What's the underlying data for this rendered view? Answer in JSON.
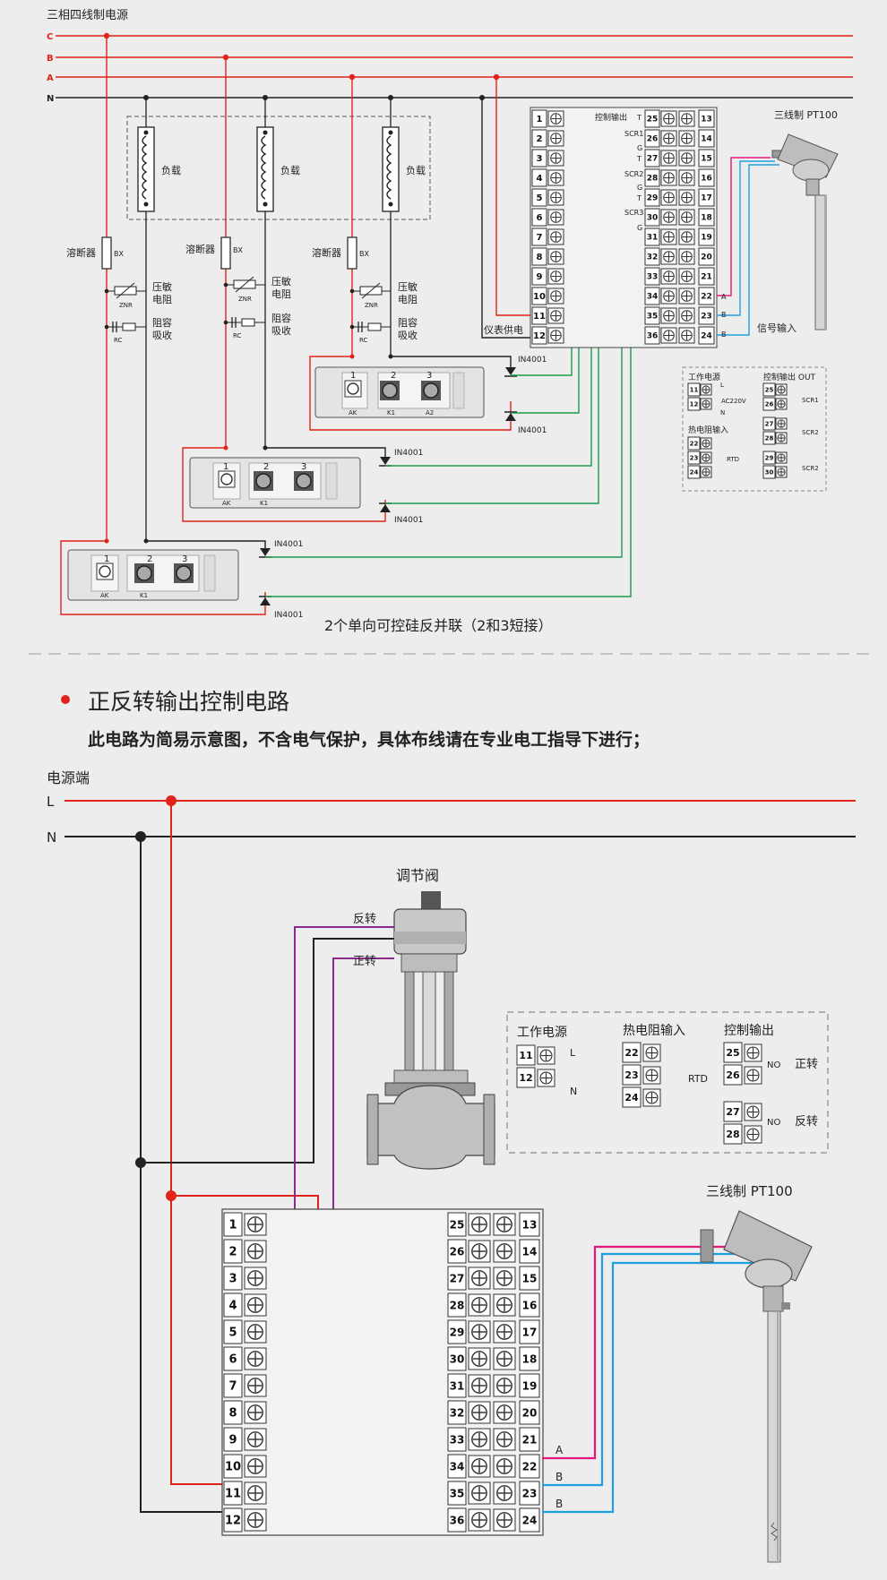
{
  "colors": {
    "red": "#e2231a",
    "green": "#1a9b4b",
    "black": "#222222",
    "pink": "#e4177c",
    "blue": "#1ea0e0",
    "purple": "#8a2a8f",
    "background": "#ededed"
  },
  "top": {
    "title": "三相四线制电源",
    "phases": [
      "C",
      "B",
      "A",
      "N"
    ],
    "load": "负载",
    "fuse": "溶断器",
    "bx": "BX",
    "znr": "ZNR",
    "varistor_1": "压敏",
    "varistor_2": "电阻",
    "rc": "RC",
    "rc_1": "阻容",
    "rc_2": "吸收",
    "diode": "IN4001",
    "module_nums": [
      "1",
      "2",
      "3"
    ],
    "module_ak": "AK",
    "module_k1": "K1",
    "module_a2": "A2",
    "ctrl_out": "控制输出",
    "inst_power": "仪表供电",
    "signal_in": "信号输入",
    "scr1": "SCR1",
    "scr2": "SCR2",
    "scr3": "SCR3",
    "t": "T",
    "g": "G",
    "a": "A",
    "b": "B",
    "pt100": "三线制 PT100",
    "caption": "2个单向可控硅反并联（2和3短接）",
    "legend": {
      "work_power": "工作电源",
      "ctrl_out": "控制输出 OUT",
      "rtd_in": "热电阻输入",
      "ac": "AC220V",
      "rtd": "RTD",
      "l": "L",
      "n": "N",
      "scr1": "SCR1",
      "scr2": "SCR2"
    }
  },
  "bottom": {
    "title": "正反转输出控制电路",
    "subtitle": "此电路为简易示意图，不含电气保护，具体布线请在专业电工指导下进行；",
    "power_end": "电源端",
    "l": "L",
    "n": "N",
    "valve": "调节阀",
    "reverse": "反转",
    "forward": "正转",
    "pt100": "三线制  PT100",
    "a": "A",
    "b": "B",
    "legend": {
      "work_power": "工作电源",
      "rtd_in": "热电阻输入",
      "ctrl_out": "控制输出",
      "l": "L",
      "n": "N",
      "rtd": "RTD",
      "no": "NO",
      "forward": "正转",
      "reverse": "反转"
    }
  },
  "terminals": {
    "left": [
      "1",
      "2",
      "3",
      "4",
      "5",
      "6",
      "7",
      "8",
      "9",
      "10",
      "11",
      "12"
    ],
    "mid": [
      "25",
      "26",
      "27",
      "28",
      "29",
      "30",
      "31",
      "32",
      "33",
      "34",
      "35",
      "36"
    ],
    "right": [
      "13",
      "14",
      "15",
      "16",
      "17",
      "18",
      "19",
      "20",
      "21",
      "22",
      "23",
      "24"
    ],
    "legend_top_power": [
      "11",
      "12"
    ],
    "legend_top_ctrl": [
      "25",
      "26",
      "27",
      "28",
      "29",
      "30"
    ],
    "legend_top_rtd": [
      "22",
      "23",
      "24"
    ],
    "legend_bot_power": [
      "11",
      "12"
    ],
    "legend_bot_rtd": [
      "22",
      "23",
      "24"
    ],
    "legend_bot_ctrl": [
      "25",
      "26",
      "27",
      "28"
    ]
  }
}
